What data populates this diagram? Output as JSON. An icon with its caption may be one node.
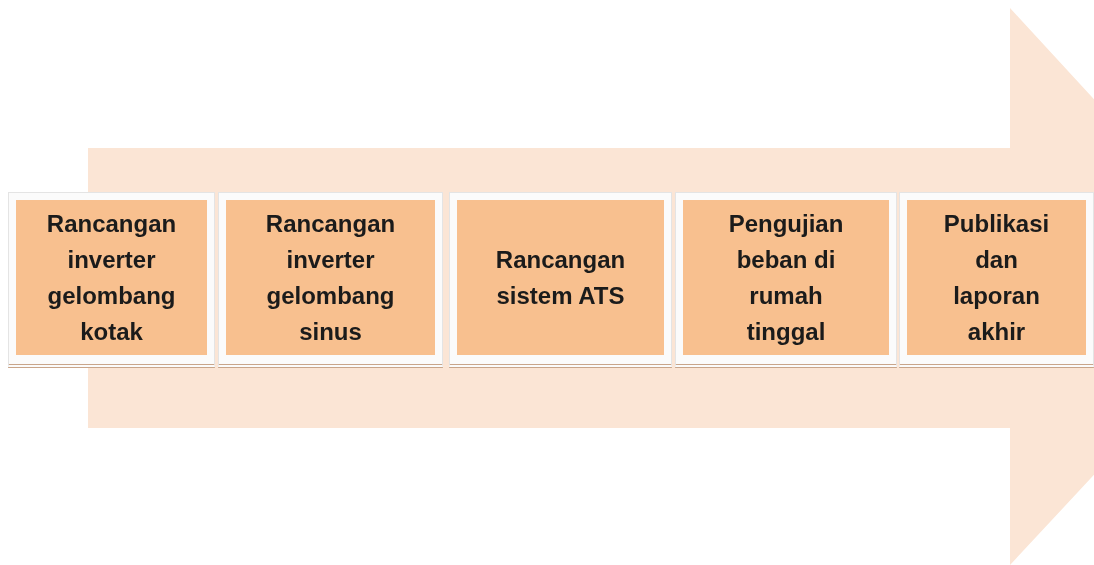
{
  "diagram": {
    "nodes": [
      {
        "text": [
          "Rancangan inverter gelombang kotak"
        ]
      },
      {
        "text": [
          "Rancangan inverter gelombang sinus"
        ]
      },
      {
        "text": [
          "Rancangan sistem ATS"
        ]
      },
      {
        "text": [
          "Pengujian beban di rumah tinggal"
        ]
      },
      {
        "text": [
          "Publikasi dan laporan akhir"
        ]
      }
    ],
    "edges": [
      {
        "from": 0,
        "to": 4,
        "arrow": "to"
      }
    ]
  }
}
